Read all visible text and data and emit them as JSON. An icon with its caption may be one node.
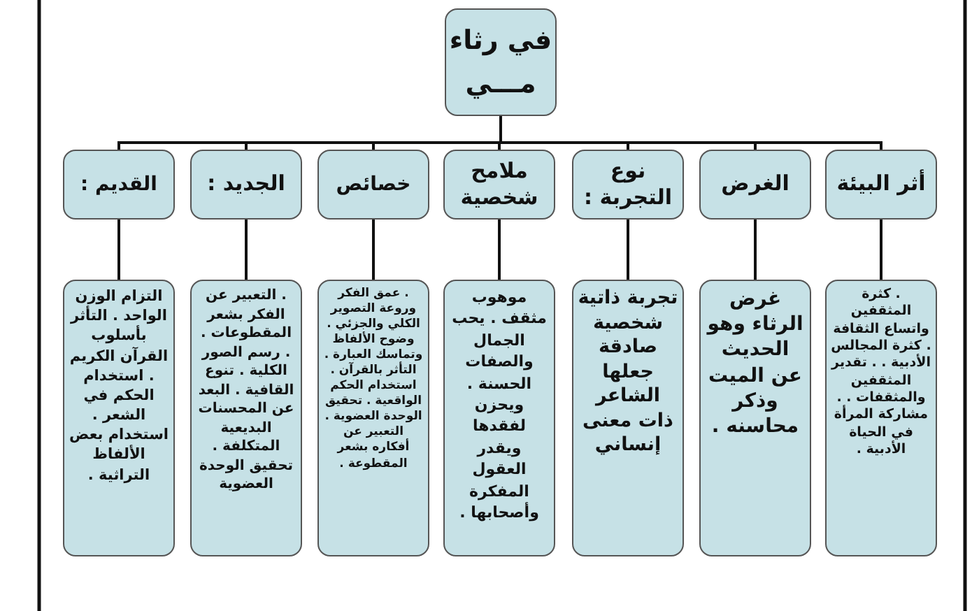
{
  "diagram": {
    "nodes": [
      {
        "text": [
          "في رثاء مـــي"
        ]
      },
      {
        "text": [
          "أثر البيئة"
        ]
      },
      {
        "text": [
          "الغرض"
        ]
      },
      {
        "text": [
          "نوع التجربة :"
        ]
      },
      {
        "text": [
          "ملامح شخصية"
        ]
      },
      {
        "text": [
          "خصائص"
        ]
      },
      {
        "text": [
          "الجديد :"
        ]
      },
      {
        "text": [
          "القديم :"
        ]
      },
      {
        "text": [
          ". كثرة المثقفين واتساع الثقافة . كثرة المجالس الأدبية . . تقدير المثقفين والمثقفات . . مشاركة المرأة في الحياة الأدبية ."
        ]
      },
      {
        "text": [
          "غرض الرثاء وهو الحديث عن الميت وذكر محاسنه ."
        ]
      },
      {
        "text": [
          "تجربة ذاتية شخصية صادقة جعلها الشاعر ذات معنى إنساني"
        ]
      },
      {
        "text": [
          "موهوب مثقف . يحب الجمال والصفات الحسنة . ويحزن لفقدها ويقدر العقول المفكرة وأصحابها ."
        ]
      },
      {
        "text": [
          ". عمق الفكر وروعة التصوير الكلي والجزئي . وضوح الألفاظ وتماسك العبارة . التأثر بالقرآن . استخدام الحكم الواقعية . تحقيق الوحدة العضوية . التعبير عن أفكاره بشعر المقطوعة ."
        ]
      },
      {
        "text": [
          ". التعبير عن الفكر بشعر المقطوعات . . رسم الصور الكلية . تنوع القافية . البعد عن المحسنات البديعية المتكلفة . تحقيق الوحدة العضوية"
        ]
      },
      {
        "text": [
          "التزام الوزن الواحد . التأثر بأسلوب القرآن الكريم . استخدام الحكم في الشعر . استخدام بعض الألفاظ التراثية ."
        ]
      }
    ],
    "edges": [
      {
        "from": 0,
        "to": 1,
        "arrow": "none"
      },
      {
        "from": 0,
        "to": 2,
        "arrow": "none"
      },
      {
        "from": 0,
        "to": 3,
        "arrow": "none"
      },
      {
        "from": 0,
        "to": 4,
        "arrow": "none"
      },
      {
        "from": 0,
        "to": 5,
        "arrow": "none"
      },
      {
        "from": 0,
        "to": 6,
        "arrow": "none"
      },
      {
        "from": 0,
        "to": 7,
        "arrow": "none"
      },
      {
        "from": 1,
        "to": 8,
        "arrow": "none"
      },
      {
        "from": 2,
        "to": 9,
        "arrow": "none"
      },
      {
        "from": 3,
        "to": 10,
        "arrow": "none"
      },
      {
        "from": 4,
        "to": 11,
        "arrow": "none"
      },
      {
        "from": 5,
        "to": 12,
        "arrow": "none"
      },
      {
        "from": 6,
        "to": 13,
        "arrow": "none"
      },
      {
        "from": 7,
        "to": 14,
        "arrow": "none"
      }
    ]
  }
}
